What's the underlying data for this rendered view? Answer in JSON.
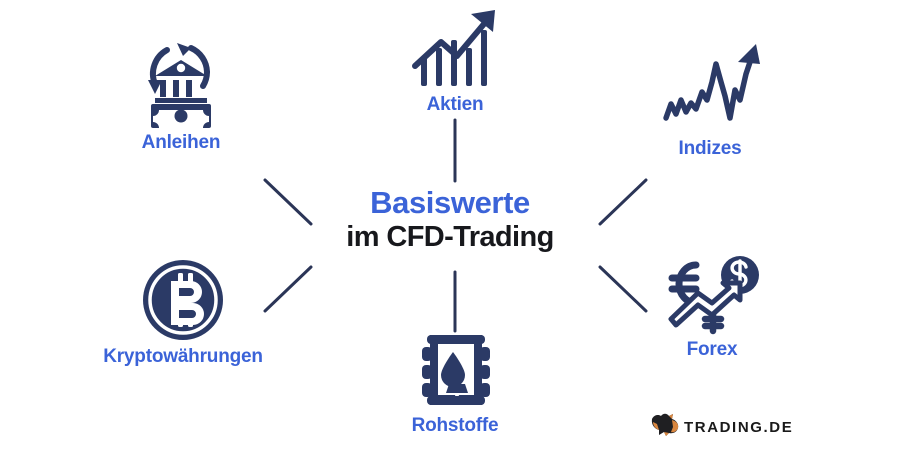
{
  "title": {
    "line1": "Basiswerte",
    "line2": "im CFD-Trading"
  },
  "nodes": [
    {
      "id": "anleihen",
      "label": "Anleihen",
      "icon": "bank-recycle-banknote-icon"
    },
    {
      "id": "aktien",
      "label": "Aktien",
      "icon": "bar-chart-growth-arrow-icon"
    },
    {
      "id": "indizes",
      "label": "Indizes",
      "icon": "volatile-line-chart-arrow-icon"
    },
    {
      "id": "krypto",
      "label": "Kryptowährungen",
      "icon": "bitcoin-coin-icon"
    },
    {
      "id": "rohstoffe",
      "label": "Rohstoffe",
      "icon": "oil-barrel-gold-bars-icon"
    },
    {
      "id": "forex",
      "label": "Forex",
      "icon": "currency-exchange-arrow-icon"
    }
  ],
  "brand": {
    "name": "TRADING.DE",
    "mark": "bull-icon"
  },
  "colors": {
    "background": "#ffffff",
    "label_blue": "#3b63d8",
    "title_blue": "#3b63d8",
    "title_dark": "#17181c",
    "icon_navy": "#2b3a66",
    "connector_navy": "#2b3557",
    "brand_dark": "#1a1a1a",
    "brand_orange": "#d8863f"
  }
}
